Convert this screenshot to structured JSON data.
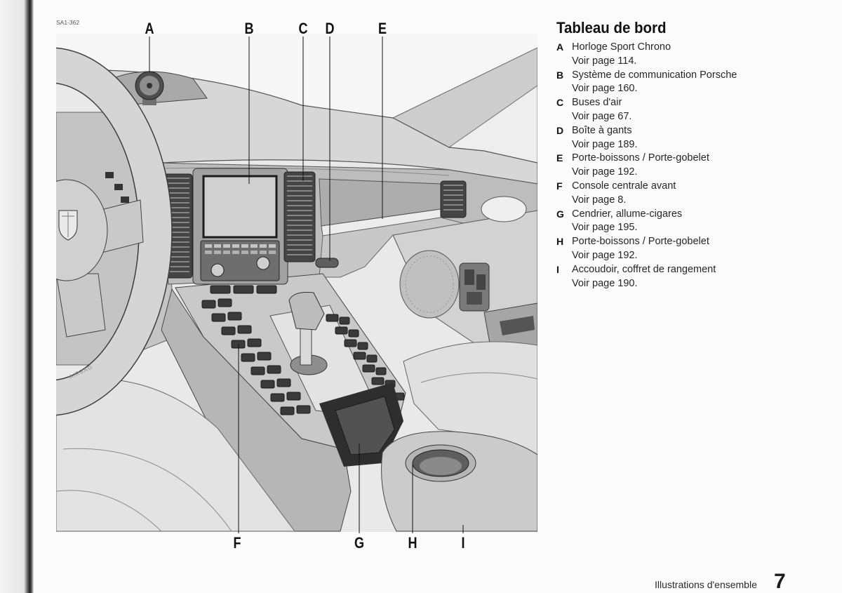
{
  "figure_code": "SA1-362",
  "callouts": {
    "top": [
      "A",
      "B",
      "C",
      "D",
      "E"
    ],
    "bottom": [
      "F",
      "G",
      "H",
      "I"
    ]
  },
  "illustration_text": {
    "steering_wheel": "AIRBAG"
  },
  "title": "Tableau de bord",
  "items": [
    {
      "key": "A",
      "label": "Horloge Sport Chrono",
      "ref": "Voir page 114."
    },
    {
      "key": "B",
      "label": "Système de communication Porsche",
      "ref": "Voir page 160."
    },
    {
      "key": "C",
      "label": "Buses d'air",
      "ref": "Voir page 67."
    },
    {
      "key": "D",
      "label": "Boîte à gants",
      "ref": "Voir page 189."
    },
    {
      "key": "E",
      "label": "Porte-boissons / Porte-gobelet",
      "ref": "Voir page 192."
    },
    {
      "key": "F",
      "label": "Console centrale avant",
      "ref": "Voir page 8."
    },
    {
      "key": "G",
      "label": "Cendrier, allume-cigares",
      "ref": "Voir page 195."
    },
    {
      "key": "H",
      "label": "Porte-boissons / Porte-gobelet",
      "ref": "Voir page 192."
    },
    {
      "key": "I",
      "label": "Accoudoir, coffret de rangement",
      "ref": "Voir page 190."
    }
  ],
  "footer": {
    "section": "Illustrations d'ensemble",
    "page": "7"
  }
}
